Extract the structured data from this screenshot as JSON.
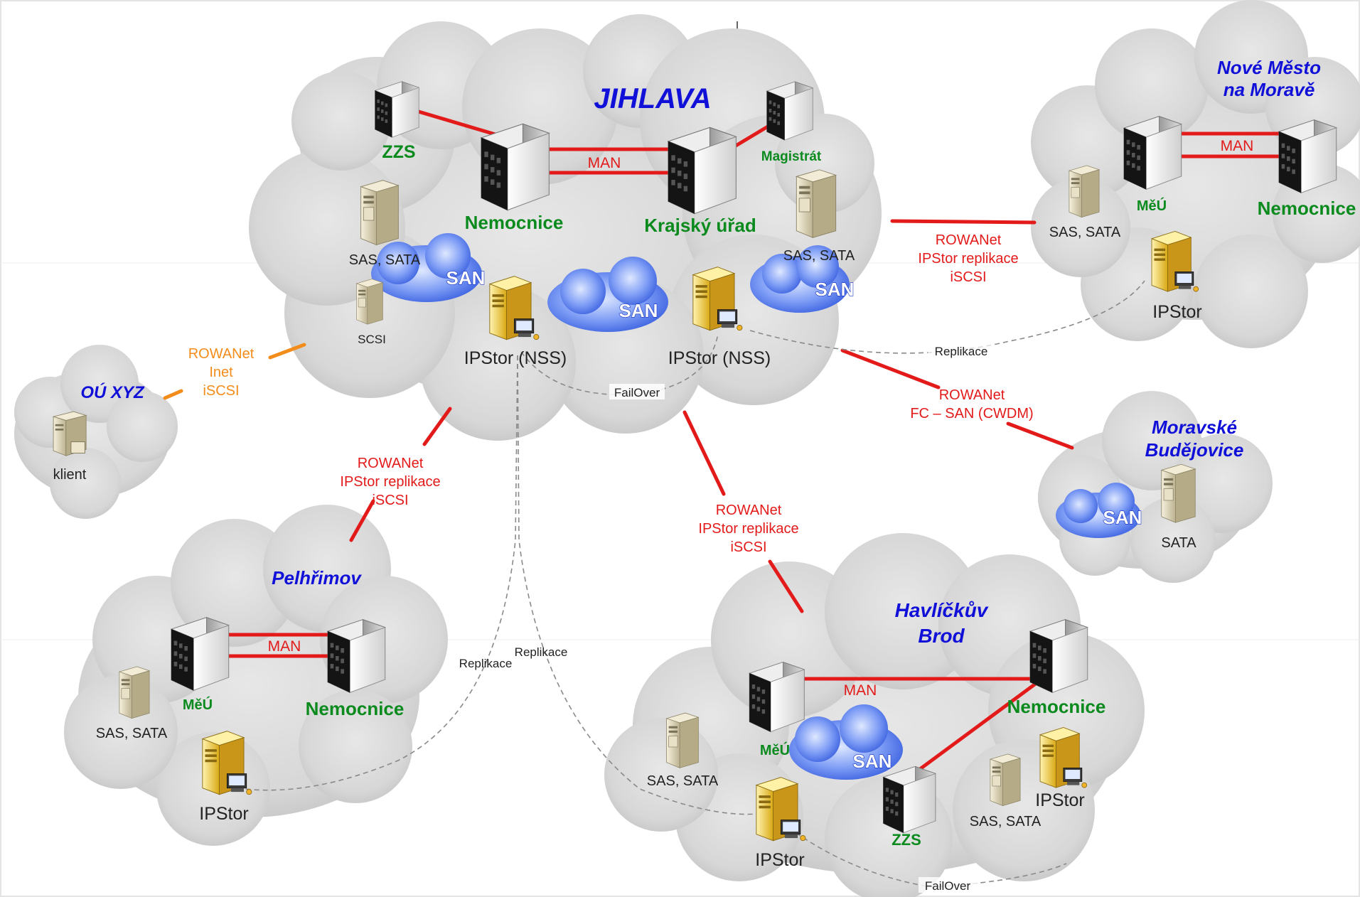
{
  "clouds": {
    "jihlava": "JIHLAVA",
    "nove_mesto": "Nové Město na Moravě",
    "ou_xyz": "OÚ XYZ",
    "moravske": "Moravské Budějovice",
    "pelhrimov": "Pelhřimov",
    "havlickuv": "Havlíčkův Brod"
  },
  "jihlava": {
    "zzs": "ZZS",
    "nemocnice": "Nemocnice",
    "krajsky": "Krajský úřad",
    "magistrat": "Magistrát",
    "man": "MAN",
    "sas_left": "SAS, SATA",
    "sas_right": "SAS, SATA",
    "scsi": "SCSI",
    "san1": "SAN",
    "san2": "SAN",
    "san3": "SAN",
    "ipstor1": "IPStor (NSS)",
    "ipstor2": "IPStor (NSS)",
    "failover": "FailOver"
  },
  "nove_mesto": {
    "meu": "MěÚ",
    "nemocnice": "Nemocnice",
    "man": "MAN",
    "sas": "SAS, SATA",
    "ipstor": "IPStor"
  },
  "ou_xyz": {
    "klient": "klient"
  },
  "moravske": {
    "san": "SAN",
    "sata": "SATA"
  },
  "pelhrimov": {
    "man": "MAN",
    "meu": "MěÚ",
    "nemocnice": "Nemocnice",
    "sas": "SAS, SATA",
    "ipstor": "IPStor"
  },
  "havlickuv": {
    "man": "MAN",
    "meu": "MěÚ",
    "nemocnice": "Nemocnice",
    "san": "SAN",
    "zzs": "ZZS",
    "sas_left": "SAS, SATA",
    "sas_right": "SAS, SATA",
    "ipstor_right": "IPStor",
    "ipstor_bottom": "IPStor",
    "failover": "FailOver"
  },
  "links": {
    "nove_mesto": [
      "ROWANet",
      "IPStor replikace",
      "iSCSI"
    ],
    "replikace_nm": "Replikace",
    "ou_xyz": [
      "ROWANet",
      "Inet",
      "iSCSI"
    ],
    "moravske": [
      "ROWANet",
      "FC – SAN (CWDM)"
    ],
    "pelhrimov": [
      "ROWANet",
      "IPStor replikace",
      "iSCSI"
    ],
    "havlickuv": [
      "ROWANet",
      "IPStor replikace",
      "iSCSI"
    ],
    "replikace_pel": "Replikace",
    "replikace_hb": "Replikace"
  },
  "colors": {
    "link": "#e31a1a",
    "inet": "#f28c1a",
    "city": "#1010d8",
    "site": "#0b8a1e",
    "cloud": "#d6d6d6",
    "san": "#5a84f0"
  }
}
